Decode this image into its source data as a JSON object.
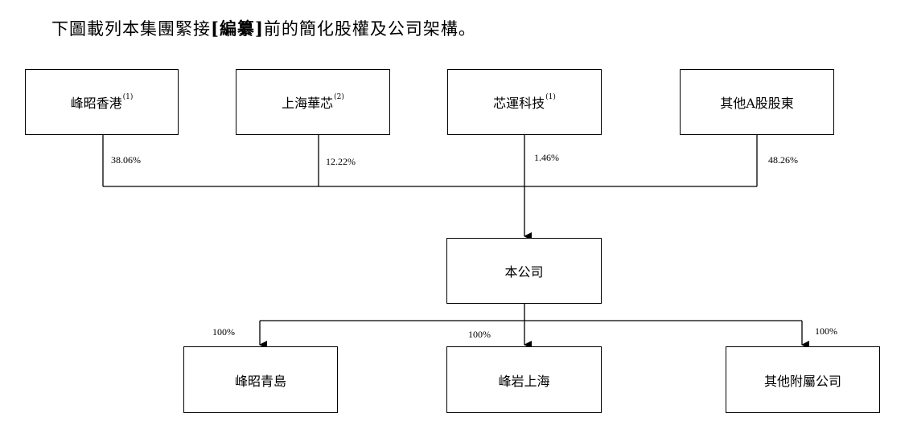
{
  "intro": {
    "before": "下圖載列本集團緊接",
    "bracket_open": "[",
    "redacted": "編纂",
    "bracket_close": "]",
    "after": "前的簡化股權及公司架構。"
  },
  "shareholders": [
    {
      "name": "峰昭香港",
      "note": "(1)",
      "pct": "38.06%"
    },
    {
      "name": "上海華芯",
      "note": "(2)",
      "pct": "12.22%"
    },
    {
      "name": "芯運科技",
      "note": "(1)",
      "pct": "1.46%"
    },
    {
      "name": "其他A股股東",
      "note": "",
      "pct": "48.26%"
    }
  ],
  "company": {
    "name": "本公司"
  },
  "subsidiaries": [
    {
      "name": "峰昭青島",
      "pct": "100%"
    },
    {
      "name": "峰岩上海",
      "pct": "100%"
    },
    {
      "name": "其他附屬公司",
      "pct": "100%"
    }
  ]
}
